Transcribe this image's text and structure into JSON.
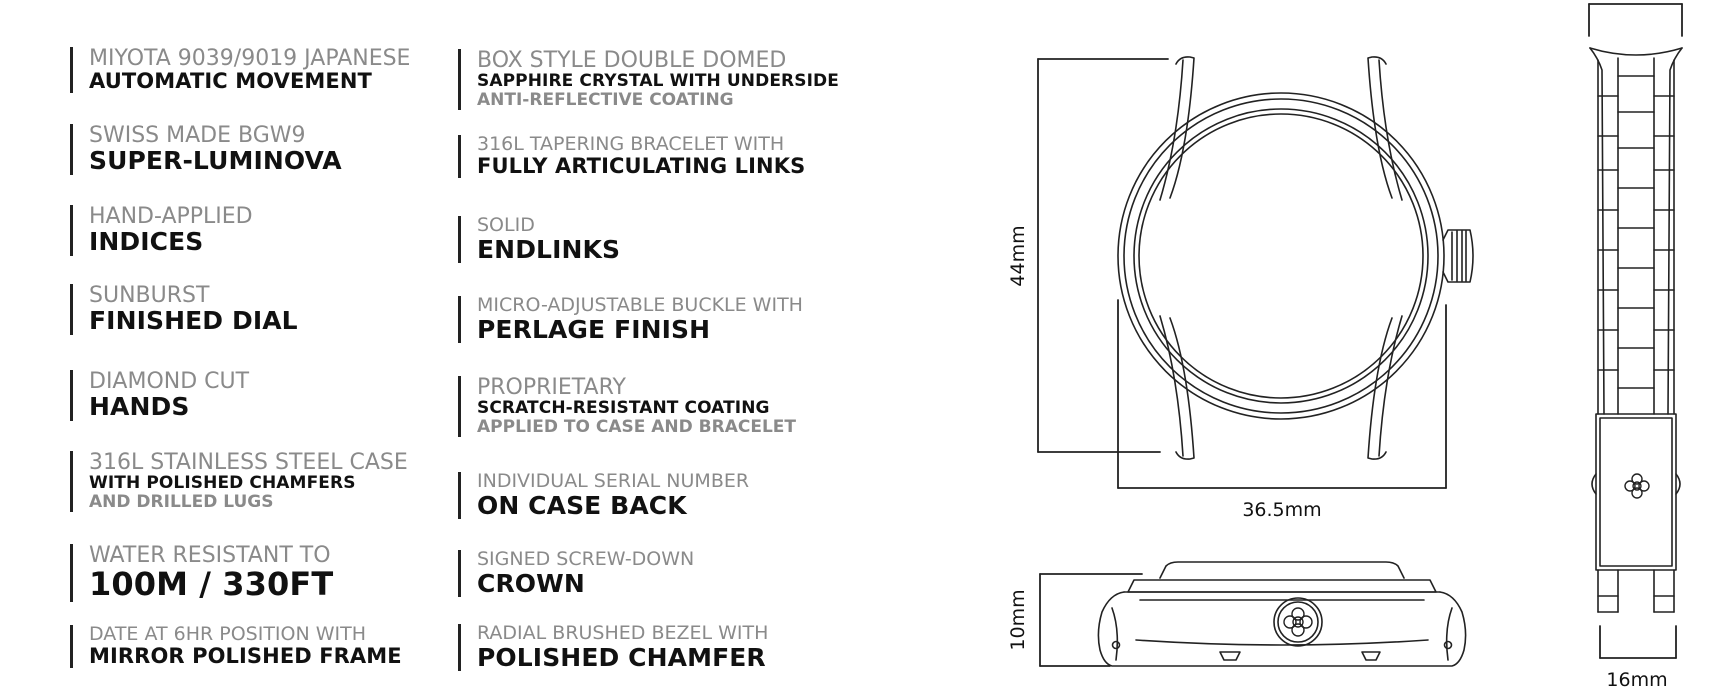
{
  "left_column": [
    {
      "light": "MIYOTA 9039/9019 JAPANESE",
      "bold": "AUTOMATIC MOVEMENT"
    },
    {
      "light": "SWISS MADE BGW9",
      "bold": "SUPER-LUMINOVA"
    },
    {
      "light": "HAND-APPLIED",
      "bold": "INDICES"
    },
    {
      "light": "SUNBURST",
      "bold": "FINISHED DIAL"
    },
    {
      "light": "DIAMOND CUT",
      "bold": "HANDS"
    },
    {
      "light": "316L STAINLESS STEEL CASE",
      "bold": "WITH POLISHED CHAMFERS",
      "grey": "AND DRILLED LUGS"
    },
    {
      "light": "WATER RESISTANT TO",
      "bold": "100M / 330FT"
    },
    {
      "light": "DATE AT 6HR POSITION WITH",
      "bold": "MIRROR POLISHED FRAME"
    }
  ],
  "right_column": [
    {
      "light": "BOX STYLE DOUBLE DOMED",
      "bold": "SAPPHIRE CRYSTAL WITH UNDERSIDE",
      "grey": "ANTI-REFLECTIVE COATING"
    },
    {
      "light": "316L TAPERING BRACELET WITH",
      "bold": "FULLY ARTICULATING LINKS"
    },
    {
      "light": "SOLID",
      "bold": "ENDLINKS"
    },
    {
      "light": "MICRO-ADJUSTABLE BUCKLE WITH",
      "bold": "PERLAGE FINISH"
    },
    {
      "light": "PROPRIETARY",
      "bold": "SCRATCH-RESISTANT COATING",
      "grey": "APPLIED TO CASE AND BRACELET"
    },
    {
      "light": "INDIVIDUAL SERIAL NUMBER",
      "bold": "ON CASE BACK"
    },
    {
      "light": "SIGNED SCREW-DOWN",
      "bold": "CROWN"
    },
    {
      "light": "RADIAL BRUSHED BEZEL WITH",
      "bold": "POLISHED CHAMFER"
    }
  ],
  "dimensions": {
    "height": "44mm",
    "width": "36.5mm",
    "thickness": "10mm",
    "lug_width": "16mm"
  },
  "icons": [
    "watch-case-front-icon",
    "watch-case-side-icon",
    "bracelet-icon",
    "logo-knot-icon"
  ]
}
